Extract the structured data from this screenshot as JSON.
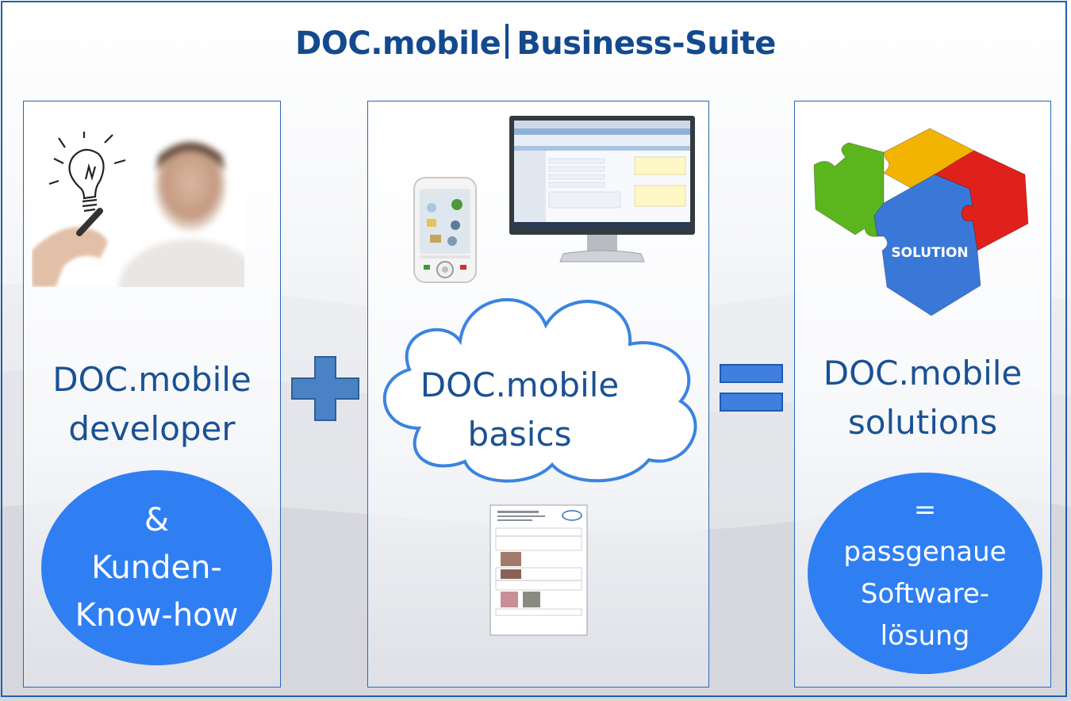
{
  "title": {
    "left": "DOC.mobile",
    "right": "Business-Suite"
  },
  "developer": {
    "line1": "DOC.mobile",
    "line2": "developer",
    "ellipse": [
      "&",
      "Kunden-",
      "Know-how"
    ]
  },
  "basics": {
    "line1": "DOC.mobile",
    "line2": "basics"
  },
  "solutions": {
    "line1": "DOC.mobile",
    "line2": "solutions",
    "ellipse": [
      "=",
      "passgenaue",
      "Software-",
      "lösung"
    ]
  },
  "puzzle_label": "SOLUTION",
  "colors": {
    "title": "#134a8e",
    "frame": "#1f5fae",
    "ellipse": "#2f7ff3",
    "operator": "#3f7fcc",
    "puzzle_green": "#5bb61e",
    "puzzle_yellow": "#f2b400",
    "puzzle_red": "#e0201b",
    "puzzle_blue": "#3a78d8"
  },
  "icons": {
    "person": "developer-person-illustration",
    "lightbulb": "lightbulb-sketch-icon",
    "phone": "smartphone-illustration",
    "monitor": "desktop-monitor-illustration",
    "document": "report-document-illustration",
    "puzzle": "puzzle-pieces-illustration"
  }
}
